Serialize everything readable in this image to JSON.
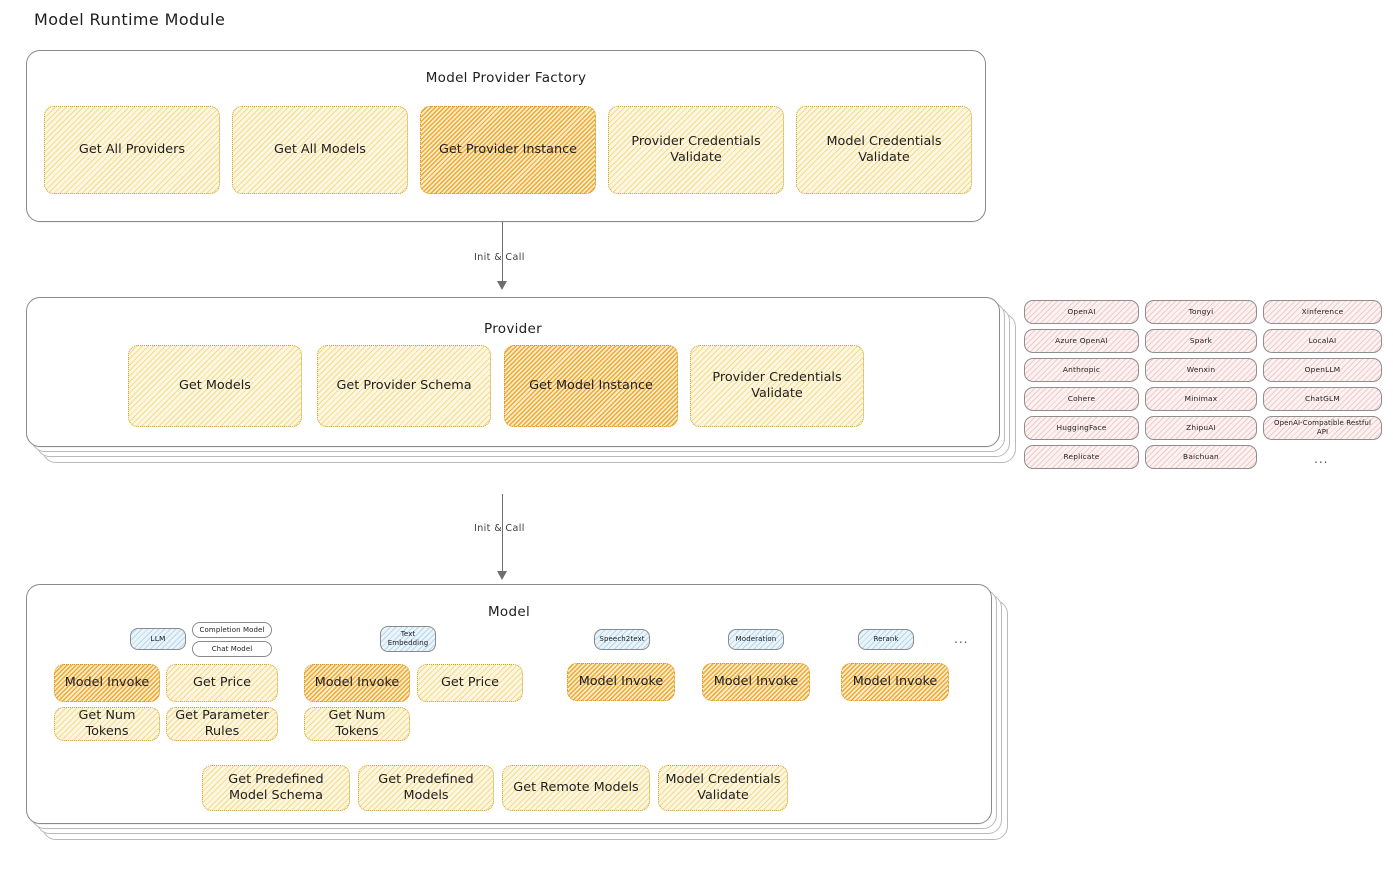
{
  "page": {
    "title": "Model Runtime Module"
  },
  "factory": {
    "title": "Model Provider Factory",
    "nodes": [
      {
        "label": "Get All Providers",
        "highlight": false
      },
      {
        "label": "Get All Models",
        "highlight": false
      },
      {
        "label": "Get Provider Instance",
        "highlight": true
      },
      {
        "label": "Provider Credentials Validate",
        "highlight": false
      },
      {
        "label": "Model Credentials Validate",
        "highlight": false
      }
    ]
  },
  "arrows": [
    {
      "label": "Init & Call"
    },
    {
      "label": "Init & Call"
    }
  ],
  "provider": {
    "title": "Provider",
    "nodes": [
      {
        "label": "Get Models",
        "highlight": false
      },
      {
        "label": "Get Provider Schema",
        "highlight": false
      },
      {
        "label": "Get Model Instance",
        "highlight": true
      },
      {
        "label": "Provider Credentials Validate",
        "highlight": false
      }
    ]
  },
  "provider_list": {
    "columns": [
      [
        "OpenAI",
        "Azure OpenAI",
        "Anthropic",
        "Cohere",
        "HuggingFace",
        "Replicate"
      ],
      [
        "Tongyi",
        "Spark",
        "Wenxin",
        "Minimax",
        "ZhipuAI",
        "Baichuan"
      ],
      [
        "Xinference",
        "LocalAI",
        "OpenLLM",
        "ChatGLM",
        "OpenAI-Compatible Restful API"
      ]
    ],
    "more": "..."
  },
  "model": {
    "title": "Model",
    "more": "...",
    "groups": [
      {
        "badge": "LLM",
        "sub_badges": [
          "Completion Model",
          "Chat Model"
        ],
        "nodes": [
          {
            "label": "Model Invoke",
            "highlight": true
          },
          {
            "label": "Get Price",
            "highlight": false
          },
          {
            "label": "Get Num Tokens",
            "highlight": false
          },
          {
            "label": "Get Parameter Rules",
            "highlight": false
          }
        ]
      },
      {
        "badge": "Text Embedding",
        "sub_badges": [],
        "nodes": [
          {
            "label": "Model Invoke",
            "highlight": true
          },
          {
            "label": "Get Price",
            "highlight": false
          },
          {
            "label": "Get Num Tokens",
            "highlight": false
          }
        ]
      },
      {
        "badge": "Speech2text",
        "sub_badges": [],
        "nodes": [
          {
            "label": "Model Invoke",
            "highlight": true
          }
        ]
      },
      {
        "badge": "Moderation",
        "sub_badges": [],
        "nodes": [
          {
            "label": "Model Invoke",
            "highlight": true
          }
        ]
      },
      {
        "badge": "Rerank",
        "sub_badges": [],
        "nodes": [
          {
            "label": "Model Invoke",
            "highlight": true
          }
        ]
      }
    ],
    "common_nodes": [
      {
        "label": "Get Predefined Model Schema"
      },
      {
        "label": "Get Predefined Models"
      },
      {
        "label": "Get Remote Models"
      },
      {
        "label": "Model Credentials Validate"
      }
    ]
  },
  "colors": {
    "highlight_fill": "#eda627",
    "node_fill": "#fdf6e0",
    "provider_chip_fill": "#fdf2f2",
    "badge_fill": "#eaf4fb",
    "stroke": "#1e1e1e"
  }
}
